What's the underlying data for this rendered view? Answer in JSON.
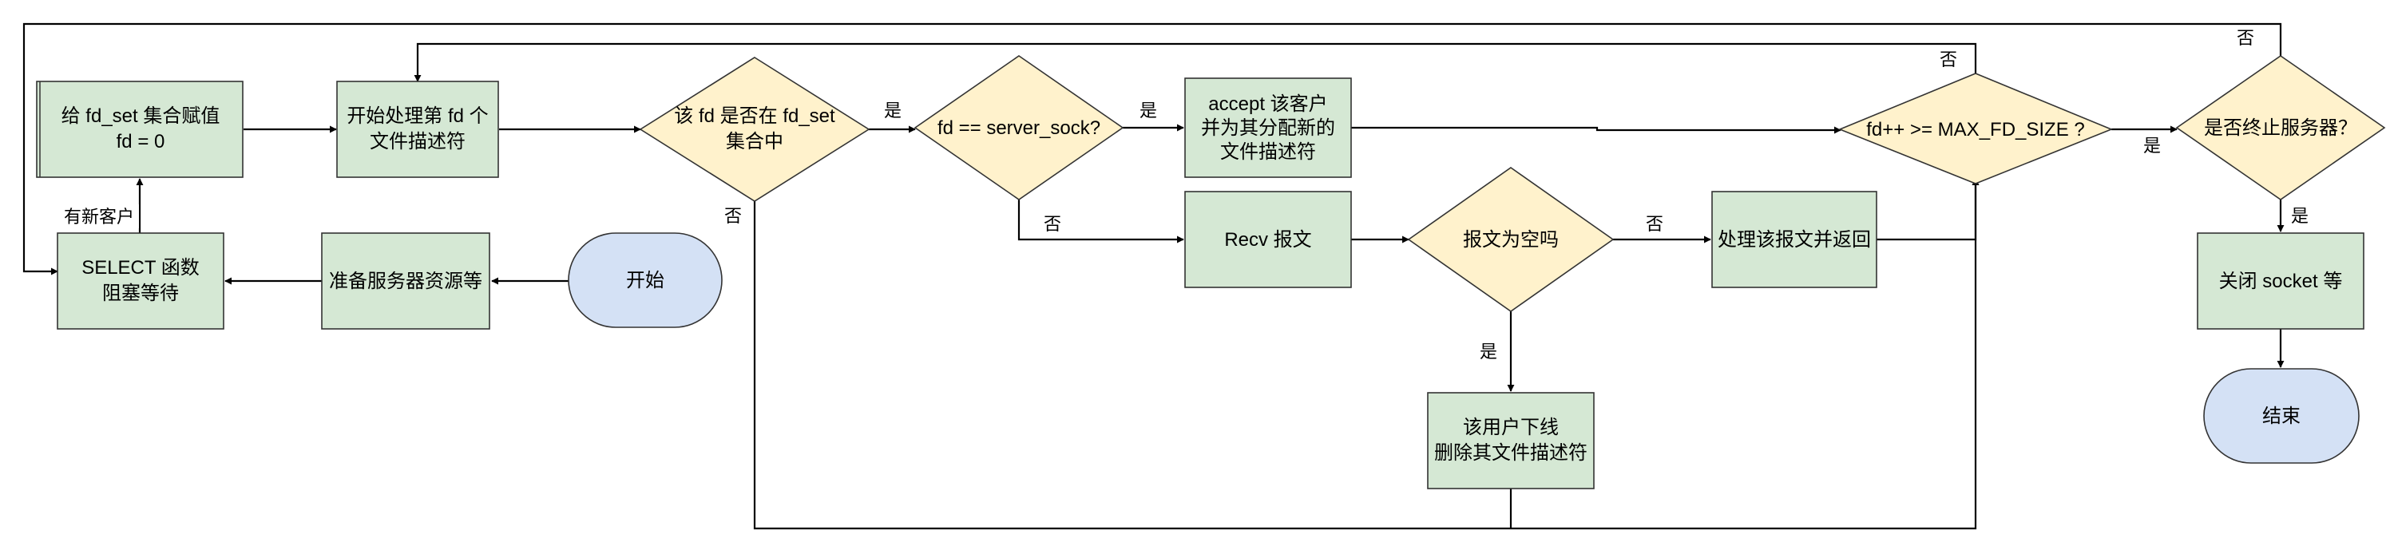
{
  "colors": {
    "process_fill": "#d5e8d4",
    "process_stroke": "#333333",
    "decision_fill": "#fff2cc",
    "decision_stroke": "#333333",
    "terminal_fill": "#d4e1f5",
    "terminal_stroke": "#333333",
    "line": "#000000"
  },
  "nodes": {
    "start": "开始",
    "prepare": [
      "准备服务器资源等"
    ],
    "select": [
      "SELECT 函数",
      "阻塞等待"
    ],
    "assign": [
      "给 fd_set 集合赋值",
      "fd = 0"
    ],
    "process_fd": [
      "开始处理第 fd 个",
      "文件描述符"
    ],
    "in_set": [
      "该 fd 是否在 fd_set",
      "集合中"
    ],
    "is_server": [
      "fd == server_sock?"
    ],
    "accept": [
      "accept 该客户",
      "并为其分配新的",
      "文件描述符"
    ],
    "recv": [
      "Recv 报文"
    ],
    "empty": [
      "报文为空吗"
    ],
    "handle": [
      "处理该报文并返回"
    ],
    "offline": [
      "该用户下线",
      "删除其文件描述符"
    ],
    "fd_check": [
      "fd++ >= MAX_FD_SIZE ?"
    ],
    "terminate": [
      "是否终止服务器？"
    ],
    "close": [
      "关闭 socket 等"
    ],
    "end": "结束"
  },
  "edge_labels": {
    "new_client": "有新客户",
    "in_set_yes": "是",
    "in_set_no": "否",
    "server_yes": "是",
    "server_no": "否",
    "empty_no": "否",
    "empty_yes": "是",
    "fd_check_no": "否",
    "fd_check_yes": "是",
    "terminate_no": "否",
    "terminate_yes": "是"
  }
}
